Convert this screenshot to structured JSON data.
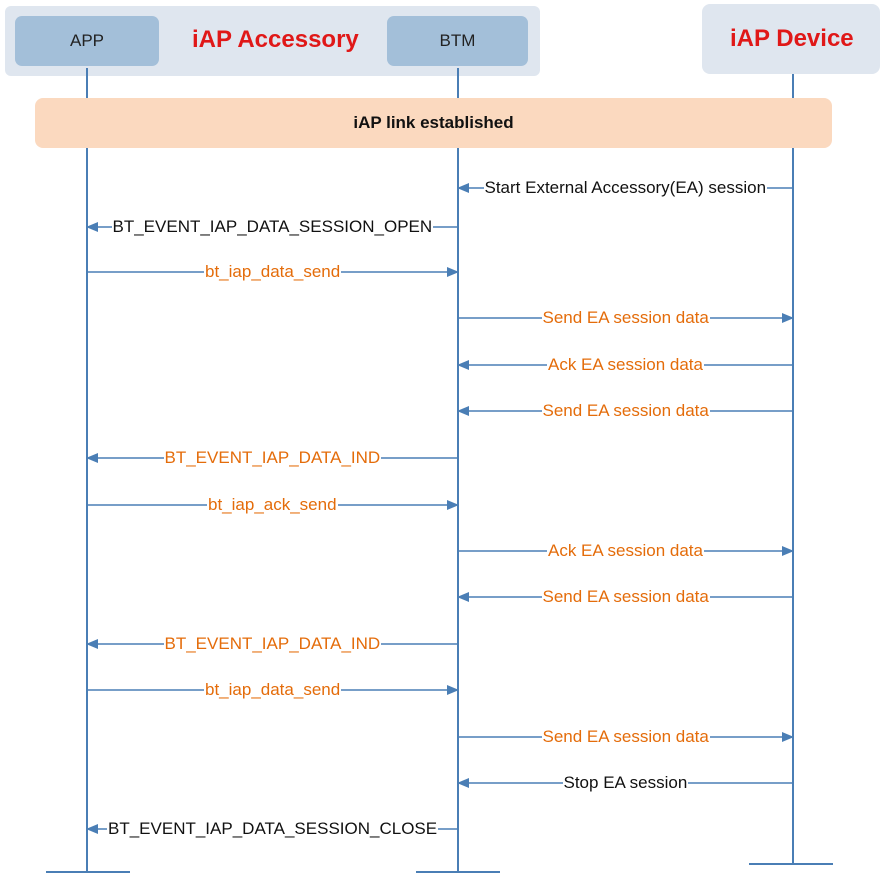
{
  "colors": {
    "lifeline": "#4a7eb5",
    "group_title": "#e01818",
    "message_orange": "#e46c0a",
    "message_black": "#111111",
    "banner_fill": "#fbd9bf",
    "actor_fill": "#a3bfd9",
    "group_fill": "#dfe6ef"
  },
  "groups": {
    "accessory_title": "iAP Accessory",
    "device_title": "iAP Device"
  },
  "actors": {
    "app": "APP",
    "btm": "BTM"
  },
  "banner": {
    "text": "iAP link established"
  },
  "messages": [
    {
      "from": "device",
      "to": "btm",
      "label": "Start External Accessory(EA) session",
      "color": "black"
    },
    {
      "from": "btm",
      "to": "app",
      "label": "BT_EVENT_IAP_DATA_SESSION_OPEN",
      "color": "black"
    },
    {
      "from": "app",
      "to": "btm",
      "label": "bt_iap_data_send",
      "color": "orange"
    },
    {
      "from": "btm",
      "to": "device",
      "label": "Send EA session data",
      "color": "orange"
    },
    {
      "from": "device",
      "to": "btm",
      "label": "Ack EA session data",
      "color": "orange"
    },
    {
      "from": "device",
      "to": "btm",
      "label": "Send EA session data",
      "color": "orange"
    },
    {
      "from": "btm",
      "to": "app",
      "label": "BT_EVENT_IAP_DATA_IND",
      "color": "orange"
    },
    {
      "from": "app",
      "to": "btm",
      "label": "bt_iap_ack_send",
      "color": "orange"
    },
    {
      "from": "btm",
      "to": "device",
      "label": "Ack EA session data",
      "color": "orange"
    },
    {
      "from": "device",
      "to": "btm",
      "label": "Send EA session data",
      "color": "orange"
    },
    {
      "from": "btm",
      "to": "app",
      "label": "BT_EVENT_IAP_DATA_IND",
      "color": "orange"
    },
    {
      "from": "app",
      "to": "btm",
      "label": "bt_iap_data_send",
      "color": "orange"
    },
    {
      "from": "btm",
      "to": "device",
      "label": "Send EA session data",
      "color": "orange"
    },
    {
      "from": "device",
      "to": "btm",
      "label": "Stop EA session",
      "color": "black"
    },
    {
      "from": "btm",
      "to": "app",
      "label": "BT_EVENT_IAP_DATA_SESSION_CLOSE",
      "color": "black"
    }
  ]
}
